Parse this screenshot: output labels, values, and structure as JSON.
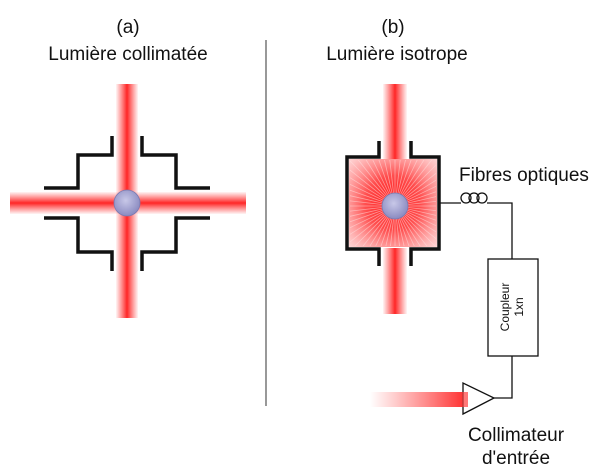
{
  "panel_a": {
    "tag": "(a)",
    "title": "Lumière collimatée"
  },
  "panel_b": {
    "tag": "(b)",
    "title": "Lumière isotrope",
    "fibers_label": "Fibres optiques",
    "coupler_label_line1": "Coupleur",
    "coupler_label_line2": "1xn",
    "collimator_label_line1": "Collimateur",
    "collimator_label_line2": "d'entrée"
  },
  "colors": {
    "beam": "#ff2020",
    "wall": "#111111",
    "sample": "#9a9ac8",
    "divider": "#444444"
  }
}
